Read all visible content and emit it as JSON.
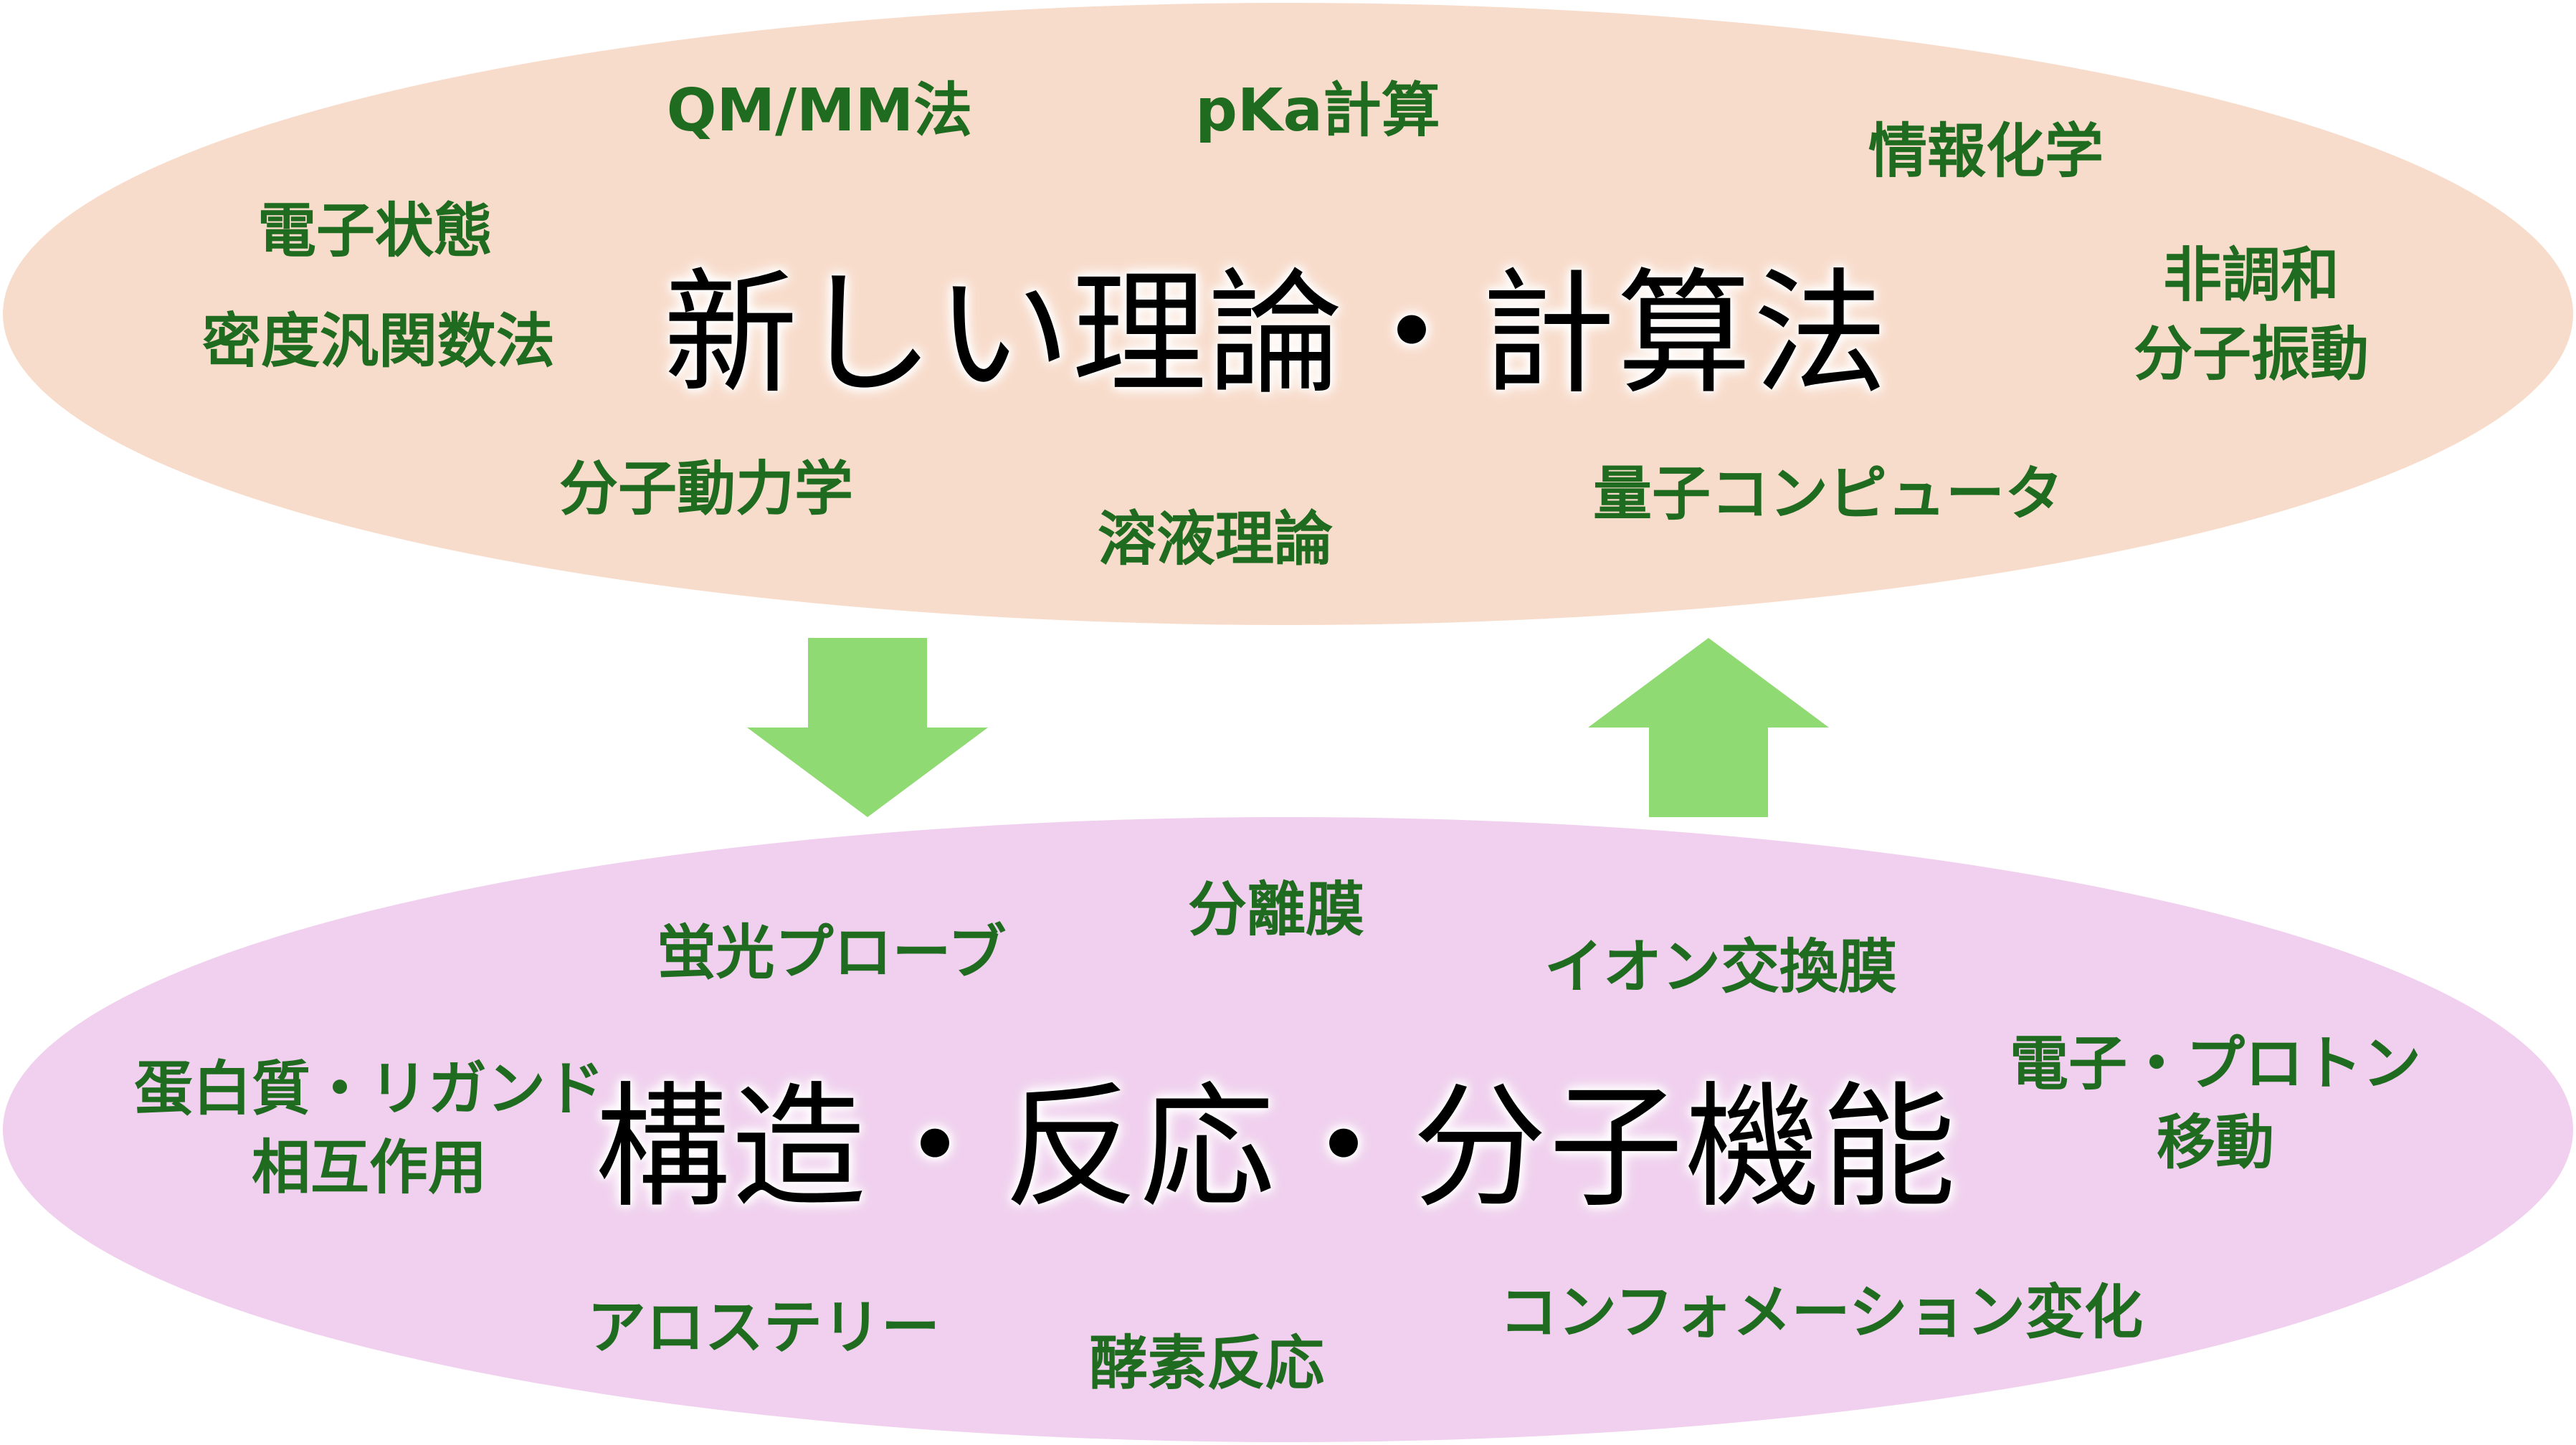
{
  "colors": {
    "top_ellipse_fill": "#f8dccb",
    "bottom_ellipse_fill": "#f0d0ee",
    "arrow_fill": "#8fda72",
    "keyword_text": "#1f6b1f",
    "title_text": "#000000"
  },
  "top": {
    "title": "新しい理論・計算法",
    "keywords": {
      "qmmm": "QM/MM法",
      "pka": "pKa計算",
      "informatics": "情報化学",
      "electronic_state": "電子状態",
      "dft": "密度汎関数法",
      "anharmonic_1": "非調和",
      "anharmonic_2": "分子振動",
      "md": "分子動力学",
      "solution": "溶液理論",
      "quantum_computer": "量子コンピュータ"
    }
  },
  "arrows": {
    "down": "arrow-down-icon",
    "up": "arrow-up-icon"
  },
  "bottom": {
    "title": "構造・反応・分子機能",
    "keywords": {
      "fluorescent_probe": "蛍光プローブ",
      "separation_membrane": "分離膜",
      "ion_exchange_membrane": "イオン交換膜",
      "protein_ligand_1": "蛋白質・リガンド",
      "protein_ligand_2": "相互作用",
      "electron_proton_1": "電子・プロトン",
      "electron_proton_2": "移動",
      "allostery": "アロステリー",
      "enzyme_reaction": "酵素反応",
      "conformation_change": "コンフォメーション変化"
    }
  }
}
